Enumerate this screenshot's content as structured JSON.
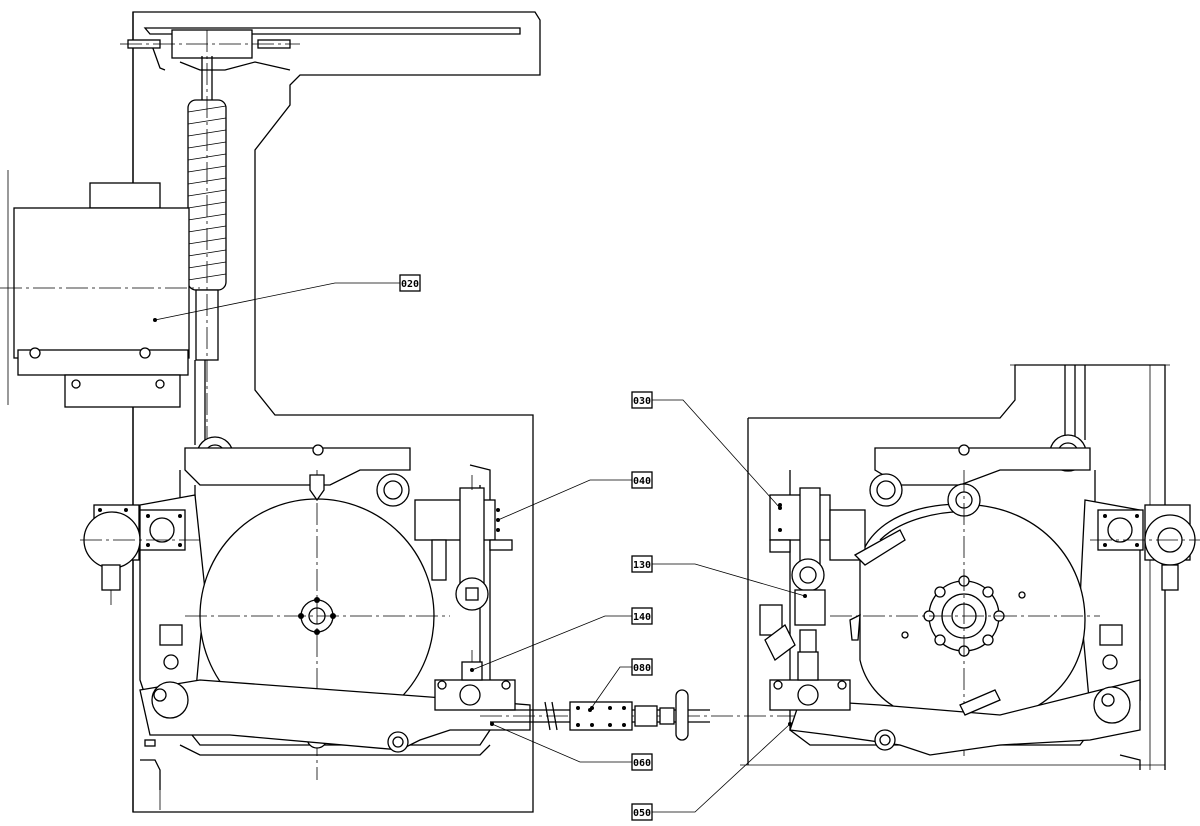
{
  "callouts": [
    {
      "id": "c020",
      "label": "020"
    },
    {
      "id": "c030",
      "label": "030"
    },
    {
      "id": "c040",
      "label": "040"
    },
    {
      "id": "c130",
      "label": "130"
    },
    {
      "id": "c140",
      "label": "140"
    },
    {
      "id": "c080",
      "label": "080"
    },
    {
      "id": "c060",
      "label": "060"
    },
    {
      "id": "c050",
      "label": "050"
    }
  ]
}
